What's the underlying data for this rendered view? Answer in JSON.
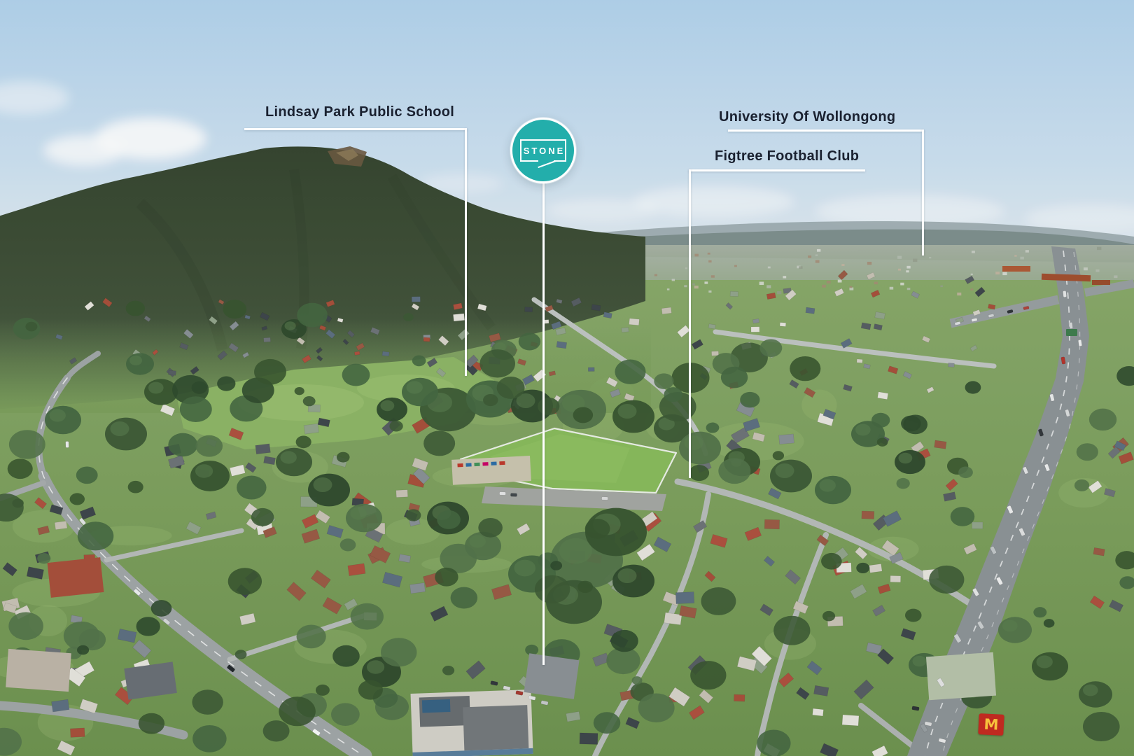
{
  "annotations": {
    "school": {
      "label": "Lindsay Park Public School"
    },
    "university": {
      "label": "University Of Wollongong"
    },
    "football_club": {
      "label": "Figtree Football Club"
    }
  },
  "logo": {
    "text": "STONE"
  },
  "signs": {
    "mcdonalds_arches": "M"
  },
  "colors": {
    "brand_teal": "#23aeab",
    "leader_line": "#ffffff",
    "label_text": "#1a2130",
    "mcdonalds_red": "#bf2a20",
    "mcdonalds_yellow": "#f7c23c"
  }
}
